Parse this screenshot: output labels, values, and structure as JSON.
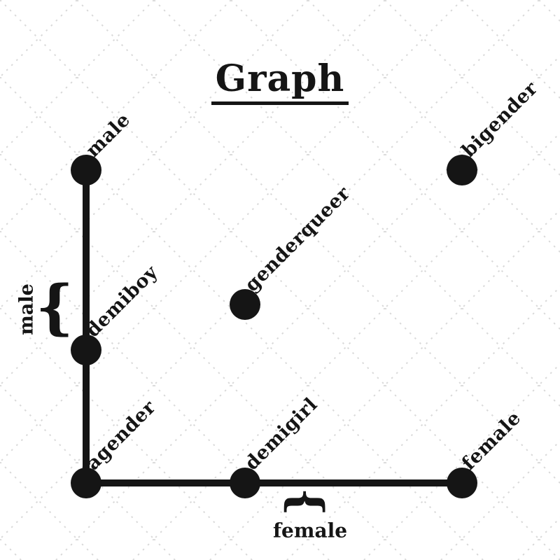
{
  "title": "Graph",
  "colors": {
    "ink": "#151515",
    "pattern": "#d9d9d9",
    "background": "#ffffff"
  },
  "nodes": [
    {
      "id": "male",
      "label": "male"
    },
    {
      "id": "bigender",
      "label": "bigender"
    },
    {
      "id": "genderqueer",
      "label": "genderqueer"
    },
    {
      "id": "demiboy",
      "label": "demiboy"
    },
    {
      "id": "agender",
      "label": "agender"
    },
    {
      "id": "demigirl",
      "label": "demigirl"
    },
    {
      "id": "female",
      "label": "female"
    }
  ],
  "edges": [
    {
      "from": "male",
      "to": "agender"
    },
    {
      "from": "agender",
      "to": "female"
    }
  ],
  "annotations": [
    {
      "glyph": "{",
      "label": "male"
    },
    {
      "glyph": "{",
      "label": "female"
    }
  ]
}
